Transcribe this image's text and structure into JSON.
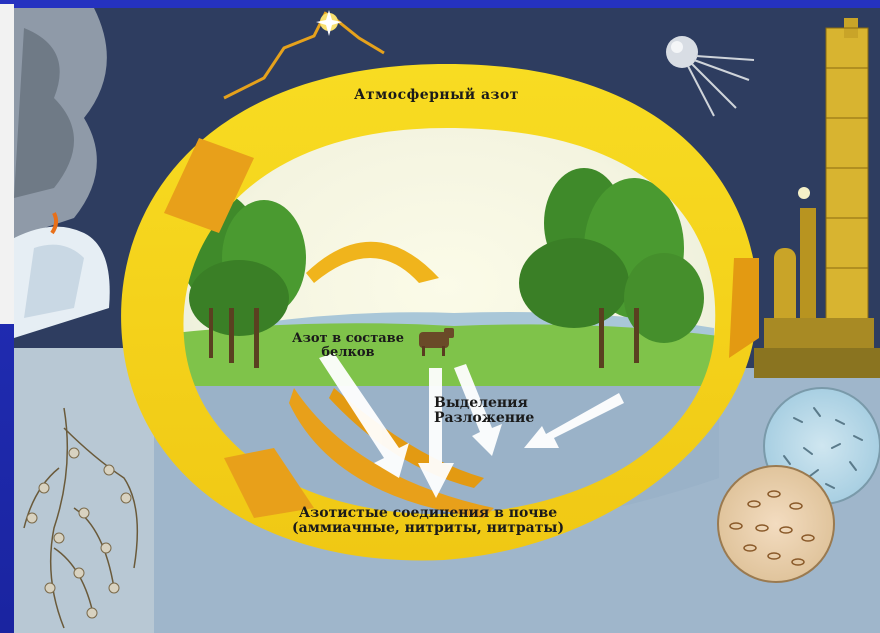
{
  "diagram": {
    "atmospheric_nitrogen": "Атмосферный азот",
    "protein_nitrogen": [
      "Азот в составе",
      "белков"
    ],
    "excretion_decomposition": [
      "Выделения",
      "Разложение"
    ],
    "soil_compounds": [
      "Азотистые соединения в почве",
      "(аммиачные, нитриты, нитраты)"
    ]
  },
  "colors": {
    "background": "#1b2a9c",
    "sky": "#2b3b5e",
    "ring": "#f3d21a",
    "ring_shadow": "#e39a12",
    "water": "#9ab2c8",
    "meadow": "#7fc34a"
  }
}
